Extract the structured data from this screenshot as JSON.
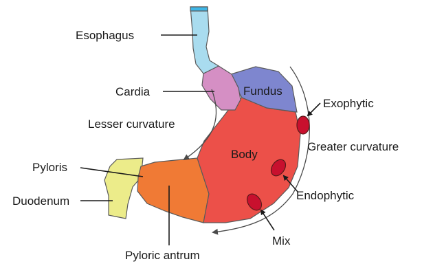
{
  "labels": {
    "esophagus": "Esophagus",
    "cardia": "Cardia",
    "fundus": "Fundus",
    "lesser_curvature": "Lesser curvature",
    "body": "Body",
    "pyloris": "Pyloris",
    "duodenum": "Duodenum",
    "pyloric_antrum": "Pyloric antrum",
    "exophytic": "Exophytic",
    "greater_curvature": "Greater curvature",
    "endophytic": "Endophytic",
    "mix": "Mix"
  },
  "colors": {
    "esophagus": "#a9dcef",
    "esophagus_top": "#3fb6e6",
    "cardia": "#d58fc4",
    "fundus": "#7e86cf",
    "body": "#ec5049",
    "antrum": "#f07a35",
    "duodenum": "#ecec8a",
    "lesion": "#c8102e"
  }
}
